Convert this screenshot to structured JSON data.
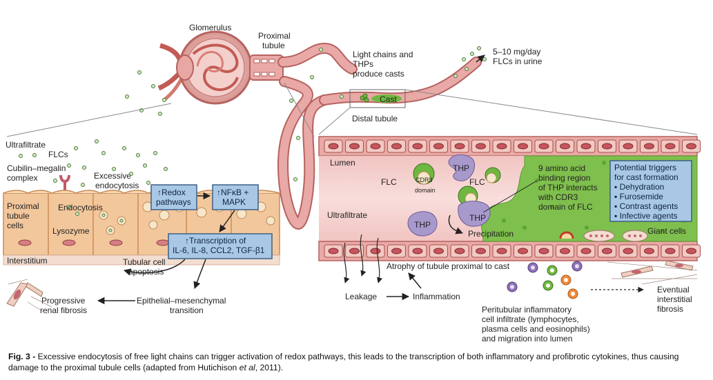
{
  "labels": {
    "glomerulus": "Glomerulus",
    "proximal_tubule_1": "Proximal",
    "proximal_tubule_2": "tubule",
    "light_chains_1": "Light chains and",
    "light_chains_2": "THPs",
    "light_chains_3": "produce casts",
    "cast": "Cast",
    "distal_tubule": "Distal tubule",
    "flc_urine_1": "5–10 mg/day",
    "flc_urine_2": "FLCs in urine",
    "ultrafiltrate_left": "Ultrafiltrate",
    "flcs": "FLCs",
    "cubilin_1": "Cubilin–megalin",
    "cubilin_2": "complex",
    "excessive_1": "Excessive",
    "excessive_2": "endocytosis",
    "proximal_cells_1": "Proximal",
    "proximal_cells_2": "tubule",
    "proximal_cells_3": "cells",
    "endocytosis": "Endocytosis",
    "lysozyme": "Lysozyme",
    "interstitium": "Interstitium",
    "tubular_apoptosis_1": "Tubular cell",
    "tubular_apoptosis_2": "apoptosis",
    "progressive_1": "Progressive",
    "progressive_2": "renal fibrosis",
    "emt_1": "Epithelial–mesenchymal",
    "emt_2": "transition",
    "lumen": "Lumen",
    "flc_mid": "FLC",
    "cdr3_1": "CDR3",
    "cdr3_2": "domain",
    "thp": "THP",
    "flc_right": "FLC",
    "ultrafiltrate_right": "Ultrafiltrate",
    "precipitation": "Precipitation",
    "binding_1": "9 amino acid",
    "binding_2": "binding region",
    "binding_3": "of THP interacts",
    "binding_4": "with CDR3",
    "binding_5": "domain of FLC",
    "giant_cells": "Giant cells",
    "atrophy": "Atrophy of tubule proximal to cast",
    "leakage": "Leakage",
    "inflammation": "Inflammation",
    "peritubular_1": "Peritubular inflammatory",
    "peritubular_2": "cell infiltrate (lymphocytes,",
    "peritubular_3": "plasma cells and eosinophils)",
    "peritubular_4": "and migration into lumen",
    "eventual_1": "Eventual",
    "eventual_2": "interstitial",
    "eventual_3": "fibrosis"
  },
  "boxes": {
    "redox_1": "↑Redox",
    "redox_2": "pathways",
    "nfkb_1": "↑NFκB +",
    "nfkb_2": "MAPK",
    "transcription_1": "↑Transcription of",
    "transcription_2": "IL-6, IL-8, CCL2, TGF-β1",
    "triggers_title_1": "Potential triggers",
    "triggers_title_2": "for cast formation",
    "triggers": [
      "Dehydration",
      "Furosemide",
      "Contrast agents",
      "Infective agents"
    ]
  },
  "caption": {
    "fig": "Fig. 3 -",
    "text_1": " Excessive endocytosis of free light chains can trigger activation of redox pathways, this leads to the transcription of both inflammatory and profibrotic cytokines, thus causing damage to the proximal tubule cells (adapted from Hutichison ",
    "et_al": "et al",
    "text_2": ", 2011)."
  },
  "colors": {
    "tubule_pink": "#e9a9a6",
    "tubule_dark": "#b5625f",
    "cell_orange": "#f3c79c",
    "cell_border": "#c98a55",
    "box_blue": "#a8c8e6",
    "box_border": "#3d5f85",
    "cast_green": "#6fb83f",
    "thp_purple": "#a899cc"
  }
}
